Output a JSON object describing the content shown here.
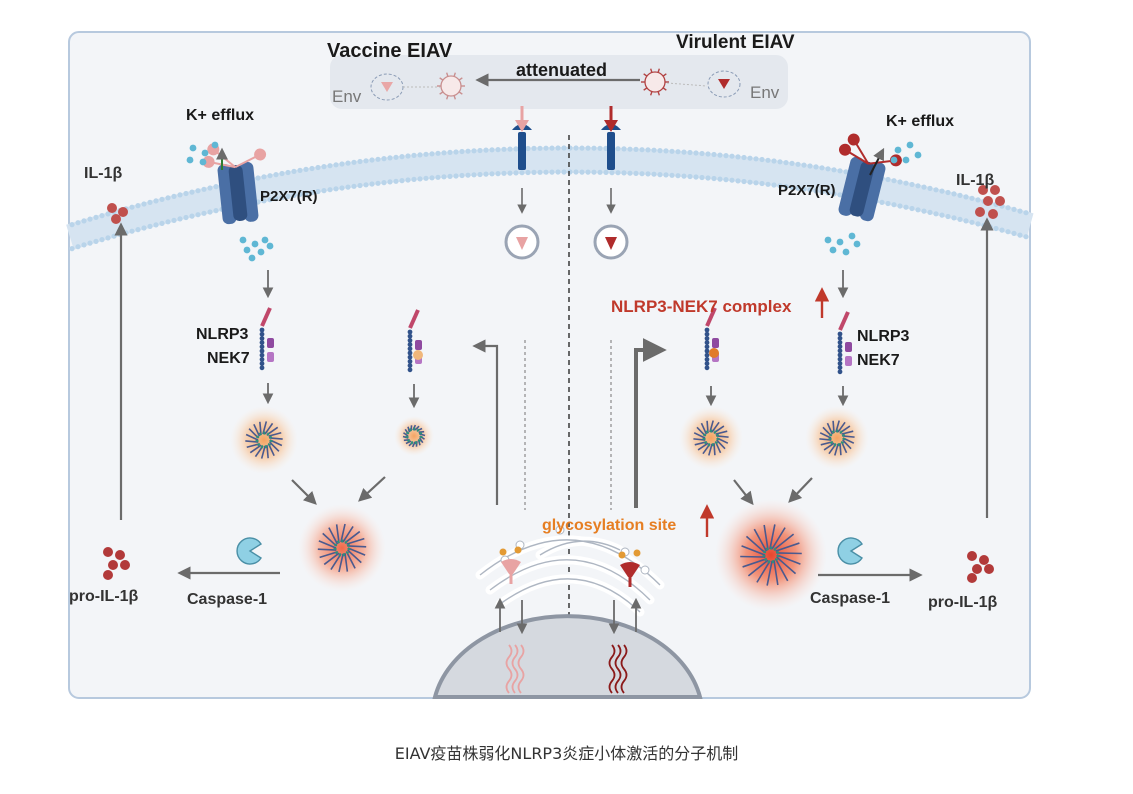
{
  "labels": {
    "vaccine": "Vaccine EIAV",
    "virulent": "Virulent EIAV",
    "attenuated": "attenuated",
    "env_left": "Env",
    "env_right": "Env",
    "k_efflux_left": "K+ efflux",
    "k_efflux_right": "K+ efflux",
    "p2x7_left": "P2X7(R)",
    "p2x7_right": "P2X7(R)",
    "il1b_left": "IL-1β",
    "il1b_right": "IL-1β",
    "nlrp3_left": "NLRP3",
    "nek7_left": "NEK7",
    "nlrp3_right": "NLRP3",
    "nek7_right": "NEK7",
    "complex": "NLRP3-NEK7 complex",
    "glyco": "glycosylation site",
    "pro_il1b_left": "pro-IL-1β",
    "pro_il1b_right": "pro-IL-1β",
    "caspase_left": "Caspase-1",
    "caspase_right": "Caspase-1"
  },
  "caption": "EIAV疫苗株弱化NLRP3炎症小体激活的分子机制",
  "colors": {
    "accent_red": "#c0392b",
    "accent_orange": "#e67e22",
    "membrane": "#b9d4ea",
    "cell_bg": "#f3f5f8",
    "frame": "#b7c9de"
  }
}
